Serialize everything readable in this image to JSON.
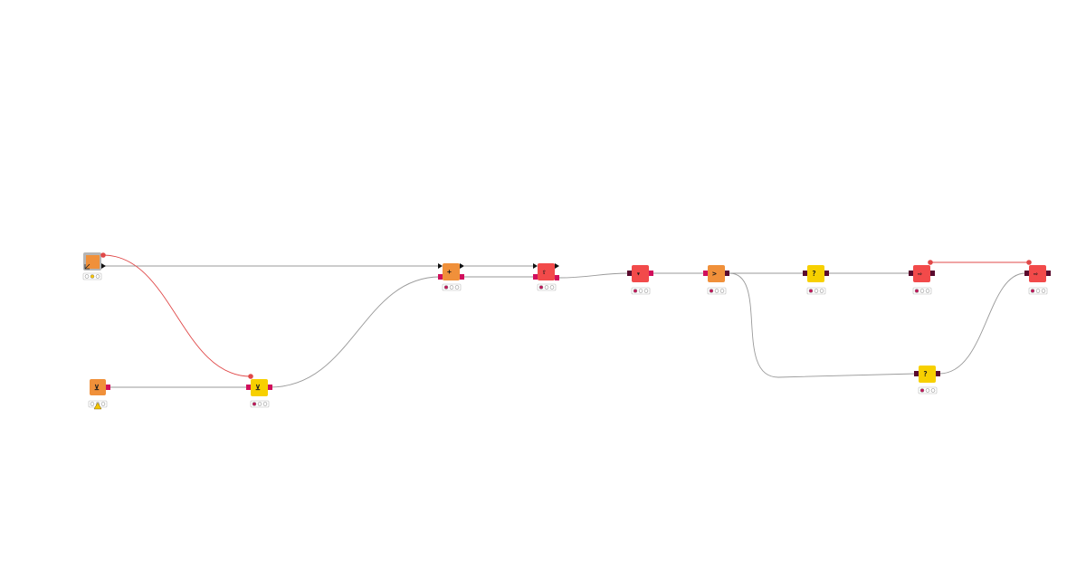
{
  "workflow": {
    "colors": {
      "source": "#f0903a",
      "manipulator": "#f7d000",
      "db": "#f24a4a",
      "component_frame": "#b5b5b5",
      "data_port": "#111111",
      "db_port": "#d10f5c",
      "db_port_dark": "#5a0a2e",
      "var_connection": "#e04848",
      "connection": "#9a9a9a",
      "traffic_red": "#c2185b",
      "traffic_yellow": "#f7c300",
      "traffic_off": "#ffffff",
      "warning": "#f3c400"
    },
    "nodes": [
      {
        "id": "component",
        "kind": "component",
        "glyph": "",
        "status": "yellow"
      },
      {
        "id": "credentials",
        "kind": "source",
        "glyph": "",
        "status": "warning"
      },
      {
        "id": "db-connector",
        "kind": "manipulator",
        "glyph": "",
        "status": "red"
      },
      {
        "id": "db-insert",
        "kind": "source",
        "glyph": "+",
        "status": "red"
      },
      {
        "id": "db-writer",
        "kind": "db",
        "glyph": "⇧",
        "status": "red"
      },
      {
        "id": "db-table-selector",
        "kind": "db",
        "glyph": "▾",
        "status": "red"
      },
      {
        "id": "db-row-filter",
        "kind": "source",
        "glyph": ">",
        "status": "red"
      },
      {
        "id": "db-query",
        "kind": "manipulator",
        "glyph": "?",
        "status": "red"
      },
      {
        "id": "db-query-lower",
        "kind": "manipulator",
        "glyph": "?",
        "status": "red"
      },
      {
        "id": "db-reader",
        "kind": "db",
        "glyph": "⇨",
        "status": "red"
      },
      {
        "id": "db-reader-final",
        "kind": "db",
        "glyph": "⇨",
        "status": "red"
      }
    ]
  }
}
